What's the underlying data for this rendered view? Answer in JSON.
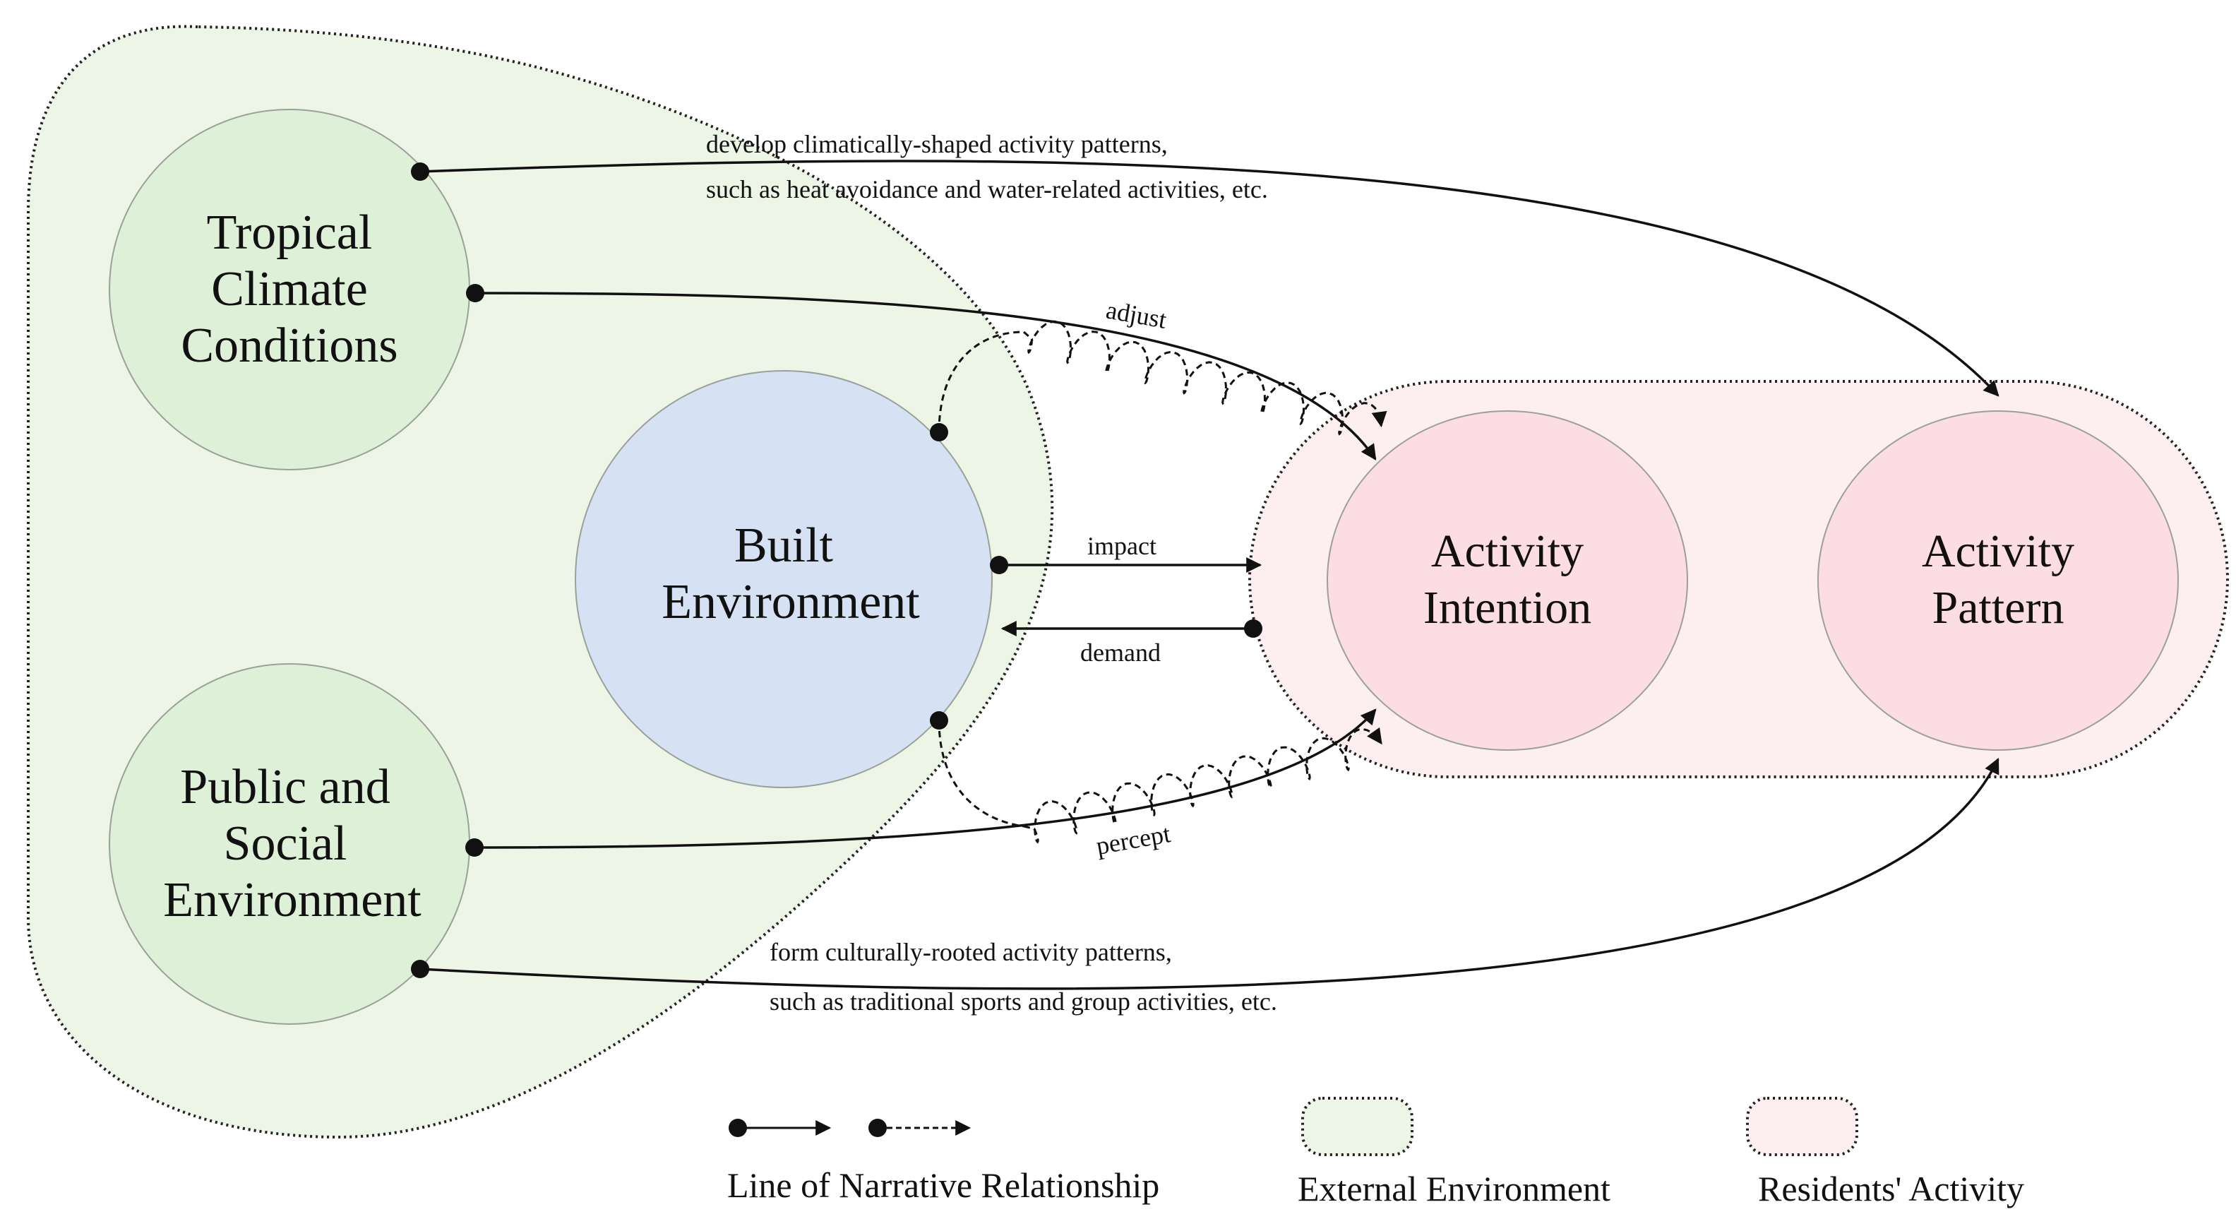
{
  "nodes": {
    "tropical": [
      "Tropical",
      "Climate",
      "Conditions"
    ],
    "public": [
      "Public and",
      "Social",
      "Environment"
    ],
    "built": [
      "Built",
      "Environment"
    ],
    "intention": [
      "Activity",
      "Intention"
    ],
    "pattern": [
      "Activity",
      "Pattern"
    ]
  },
  "edges": {
    "top_line1": "develop climatically-shaped activity patterns,",
    "top_line2": "such as heat avoidance and water-related activities, etc.",
    "bottom_line1": "form culturally-rooted activity patterns,",
    "bottom_line2": "such as traditional sports and group activities, etc.",
    "adjust": "adjust",
    "percept": "percept",
    "impact": "impact",
    "demand": "demand"
  },
  "legend": {
    "narrative": "Line of Narrative Relationship",
    "external": "External Environment",
    "residents": "Residents' Activity"
  },
  "colors": {
    "external_fill": "#ecf5e6",
    "green_circle": "#dff0d8",
    "built_circle": "#d6e2f4",
    "residents_fill": "#fdeef0",
    "pink_circle": "#fcdde3"
  }
}
